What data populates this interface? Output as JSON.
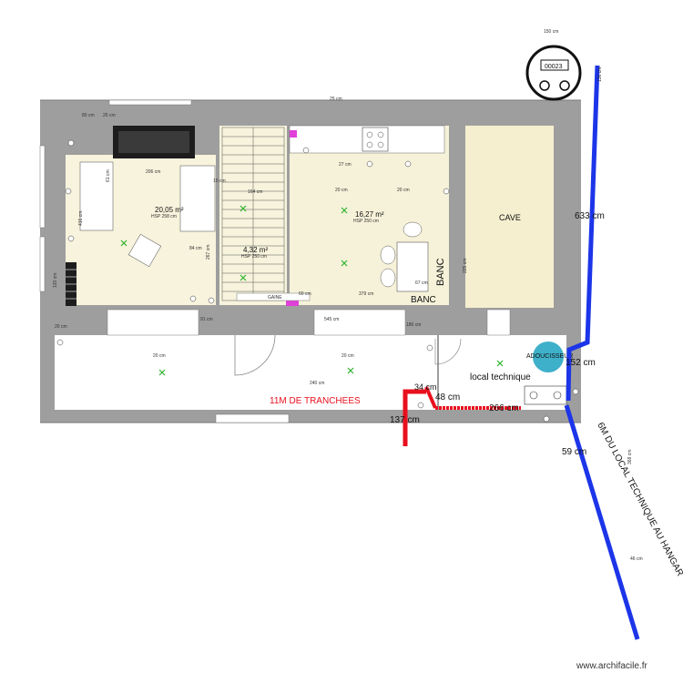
{
  "rooms": {
    "living": {
      "area": "20,05 m²",
      "hsp": "HSP 258 cm"
    },
    "stair": {
      "area": "4,32 m²",
      "hsp": "HSP 250 cm"
    },
    "kitchen": {
      "area": "16,27 m²",
      "hsp": "HSP 250 cm"
    },
    "cave": "CAVE",
    "local_technique": "local technique",
    "adoucisseur": "ADOUCISSEUR",
    "banc_vertical": "BANC",
    "banc_horizontal": "BANC",
    "gaine": "GAINE"
  },
  "annotations": {
    "trenches": "11M DE TRANCHEES",
    "hangar": "6M DU LOCAL TECHNIQUE AU HANGAR",
    "meter": "00023"
  },
  "measures": {
    "m633": "633 cm",
    "m152": "152 cm",
    "m137": "137 cm",
    "m266": "266 cm",
    "m59": "59 cm",
    "m48": "48 cm",
    "m34": "34 cm"
  },
  "dims": {
    "d25": "25 cm",
    "d80": "80 cm",
    "d206": "206 cm",
    "d20": "20 cm",
    "d84": "84 cm",
    "d91": "91 cm",
    "d379": "379 cm",
    "d186": "186 cm",
    "d545": "545 cm",
    "d240": "240 cm",
    "d150": "150 cm",
    "d136": "136 cm",
    "d416": "416 cm",
    "d120": "120 cm",
    "d61": "61 cm",
    "d267": "267 cm",
    "d67": "67 cm",
    "d225": "225 cm",
    "d46": "46 cm",
    "d368": "368 cm",
    "d164": "164 cm",
    "d27": "27 cm",
    "d60": "60 cm",
    "d10": "10 cm"
  },
  "colors": {
    "wall": "#9e9e9e",
    "floor": "#f7f3dc",
    "floor_kitchen": "#f6f2d9",
    "cave": "#f5efcf",
    "blue_line": "#1c35e8",
    "red_line": "#e8101e",
    "trench_label": "#e8101e",
    "softener": "#3fb0c9",
    "gaine": "#e040d8",
    "outlet": "#2db32d"
  },
  "footer": "www.archifacile.fr"
}
